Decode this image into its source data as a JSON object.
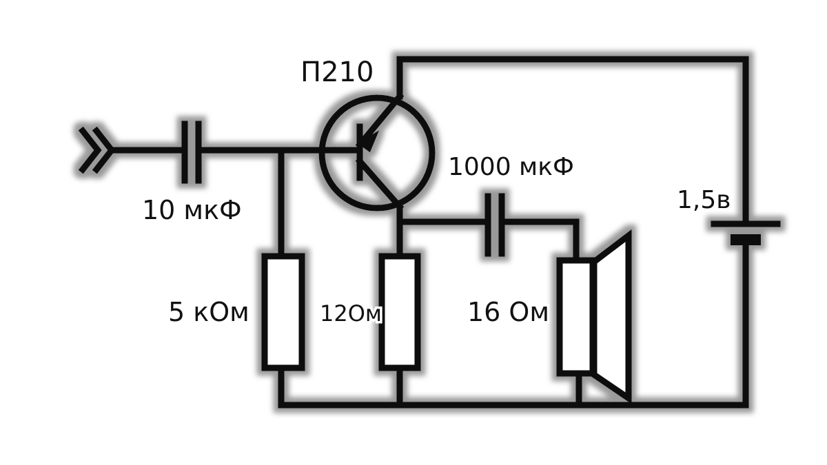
{
  "labels": {
    "transistor": "П210",
    "input_capacitor": "10 мкФ",
    "output_capacitor": "1000 мкФ",
    "battery": "1,5в",
    "bias_resistor": "5 кОм",
    "emitter_resistor": "12Ом",
    "speaker": "16 Ом"
  },
  "colors": {
    "ink": "#111111",
    "paper": "#ffffff",
    "glow": "#dddddd"
  }
}
